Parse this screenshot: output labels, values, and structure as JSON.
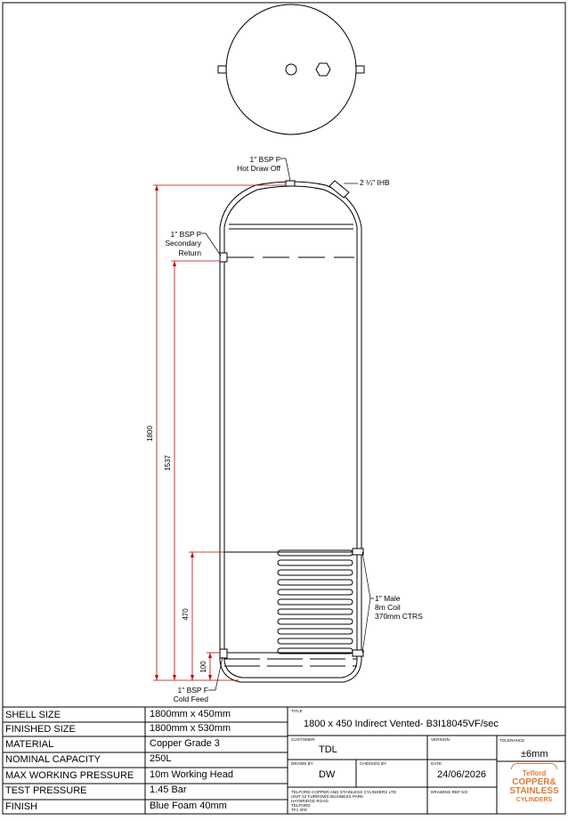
{
  "drawing": {
    "labels": {
      "hot_draw_off": [
        "1\" BSP F",
        "Hot Draw Off"
      ],
      "ihb": "2 ¼\" IHB",
      "secondary_return": [
        "1\" BSP F",
        "Secondary",
        "Return"
      ],
      "coil": [
        "1\" Male",
        "8m Coil",
        "370mm CTRS"
      ],
      "cold_feed": [
        "1\" BSP F",
        "Cold Feed"
      ]
    },
    "dimensions": {
      "overall": "1800",
      "secondary_return_height": "1537",
      "coil_height": "470",
      "cold_feed_height": "100"
    }
  },
  "title_block": {
    "specs": [
      {
        "key": "SHELL SIZE",
        "value": "1800mm x 450mm"
      },
      {
        "key": "FINISHED SIZE",
        "value": "1800mm x 530mm"
      },
      {
        "key": "MATERIAL",
        "value": "Copper Grade 3"
      },
      {
        "key": "NOMINAL CAPACITY",
        "value": "250L"
      },
      {
        "key": "MAX WORKING PRESSURE",
        "value": "10m Working Head"
      },
      {
        "key": "TEST PRESSURE",
        "value": "1.45 Bar"
      },
      {
        "key": "FINISH",
        "value": "Blue Foam 40mm"
      }
    ],
    "title_caption": "TITLE",
    "title": "1800 x 450 Indirect Vented- B3I18045VF/sec",
    "customer_caption": "CUSTOMER",
    "customer": "TDL",
    "version_caption": "VERSION",
    "tolerance_caption": "TOLERANCE",
    "tolerance": "±6mm",
    "drawn_by_caption": "DRAWN BY",
    "drawn_by": "DW",
    "checked_by_caption": "CHECKED BY",
    "date_caption": "DATE",
    "date": "24/06/2026",
    "address": [
      "TELFORD COPPER AND STAINLESS CYLINDERS LTD",
      "UNIT 22 FURROWS BUSINESS PARK",
      "HAYBRIDGE ROAD",
      "TELFORD",
      "TF1 2FE"
    ],
    "drawing_ref_caption": "DRAWING REF NO",
    "logo": {
      "lines": [
        "Telford",
        "COPPER&",
        "STAINLESS",
        "CYLINDERS"
      ],
      "color": "#e07a3a"
    }
  }
}
